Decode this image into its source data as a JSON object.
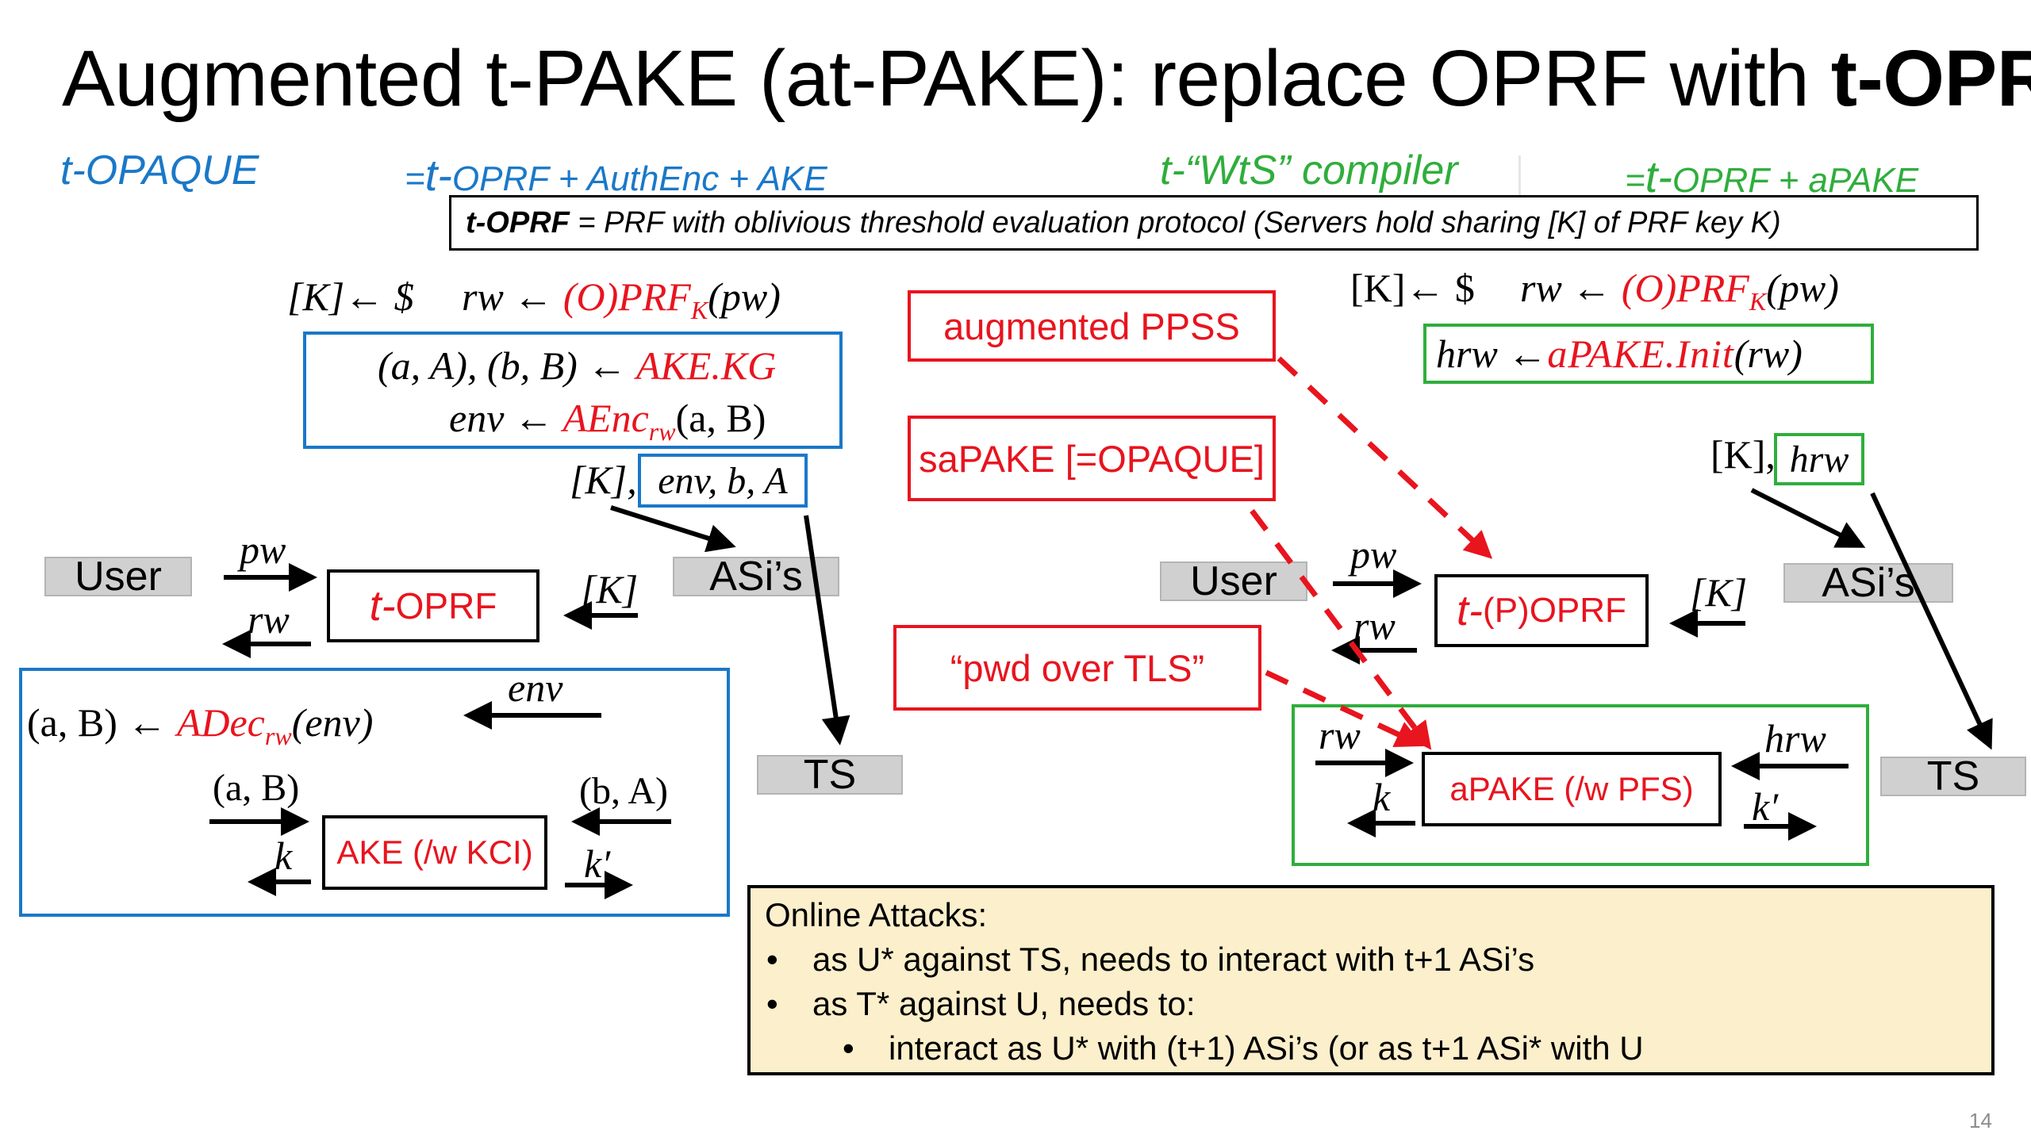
{
  "slide": {
    "title": "Augmented t-PAKE (at-PAKE): replace OPRF with ",
    "title_bold": "t-OPRF",
    "page_number": "14"
  },
  "header": {
    "t_opaque": "t-OPAQUE",
    "t_opaque_eq_prefix": "=",
    "t_opaque_eq_t": "t-",
    "t_opaque_eq_rest": "OPRF + AuthEnc + AKE",
    "wts_compiler": "t-“WtS” compiler",
    "wts_eq_prefix": "=",
    "wts_eq_t": "t-",
    "wts_eq_rest": "OPRF + aPAKE",
    "definition_bold": "t-OPRF",
    "definition_rest": " = PRF with oblivious threshold evaluation protocol (Servers hold sharing [K] of PRF key K)"
  },
  "left": {
    "key_gen": "[K]← $",
    "rw_assign": "rw ← ",
    "oprf_fn": "(O)PRF",
    "oprf_sub": "K",
    "oprf_arg": "(pw)",
    "ake_keys": "(a, A), (b, B) ← ",
    "ake_kg": "AKE.KG",
    "env_assign": "env ← ",
    "aenc": "AEnc",
    "aenc_sub": "rw",
    "aenc_arg": "(a, B)",
    "server_store_k": "[K],",
    "server_store_rest": "env, b, A",
    "user_label": "User",
    "asi_label": "ASi’s",
    "ts_label": "TS",
    "pw_label": "pw",
    "rw_label": "rw",
    "k_share": "[K]",
    "toprf_t": "t-",
    "toprf_rest": "OPRF",
    "env_label": "env",
    "adec_lhs": "(a, B) ← ",
    "adec": "ADec",
    "adec_sub": "rw",
    "adec_arg": "(env)",
    "ake_in_user": "(a, B)",
    "ake_in_server": "(b, A)",
    "ake_box": "AKE (/w KCI)",
    "k_out": "k",
    "kprime_out": "k′"
  },
  "middle": {
    "augmented_ppss": "augmented PPSS",
    "sapake": "saPAKE [=OPAQUE]",
    "pwd_over_tls": "“pwd over TLS”"
  },
  "right": {
    "key_gen": "[K]← $",
    "rw_assign": "rw ← ",
    "oprf_fn": "(O)PRF",
    "oprf_sub": "K",
    "oprf_arg": "(pw)",
    "hrw_assign": "hrw ← ",
    "apake_init": "aPAKE.Init",
    "apake_arg": "(rw)",
    "server_store_k": "[K],",
    "server_store_hrw": "hrw",
    "user_label": "User",
    "asi_label": "ASi’s",
    "ts_label": "TS",
    "pw_label": "pw",
    "rw_label": "rw",
    "k_share": "[K]",
    "tpoprf_t": "t-",
    "tpoprf_rest": "(P)OPRF",
    "rw_in": "rw",
    "hrw_in": "hrw",
    "apake_box": "aPAKE (/w PFS)",
    "k_out": "k",
    "kprime_out": "k′"
  },
  "attacks": {
    "heading": "Online Attacks:",
    "bullet1": "as U* against TS, needs to interact with t+1 ASi’s",
    "bullet2": "as T* against U, needs to:",
    "bullet2a": "interact as U* with (t+1) ASi’s (or as t+1 ASi* with U",
    "bullet_glyph": "•"
  },
  "colors": {
    "red": "#e8141e",
    "blue": "#1a78c8",
    "green": "#2fae3c",
    "gray_box": "#d0d0d0",
    "attack_bg": "#fcefcb"
  }
}
